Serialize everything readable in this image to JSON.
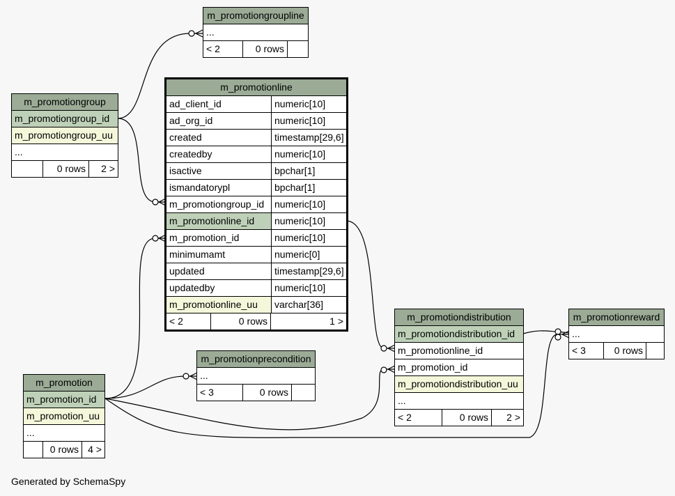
{
  "caption": "Generated by SchemaSpy",
  "tables": {
    "promotiongroupline": {
      "name": "m_promotiongroupline",
      "rows": [
        "..."
      ],
      "footer": {
        "parents": "< 2",
        "rows": "0 rows",
        "children": ""
      }
    },
    "promotiongroup": {
      "name": "m_promotiongroup",
      "rows": [
        "m_promotiongroup_id",
        "m_promotiongroup_uu",
        "..."
      ],
      "footer": {
        "parents": "",
        "rows": "0 rows",
        "children": "2 >"
      }
    },
    "promotionline": {
      "name": "m_promotionline",
      "columns": [
        {
          "name": "ad_client_id",
          "type": "numeric[10]"
        },
        {
          "name": "ad_org_id",
          "type": "numeric[10]"
        },
        {
          "name": "created",
          "type": "timestamp[29,6]"
        },
        {
          "name": "createdby",
          "type": "numeric[10]"
        },
        {
          "name": "isactive",
          "type": "bpchar[1]"
        },
        {
          "name": "ismandatorypl",
          "type": "bpchar[1]"
        },
        {
          "name": "m_promotiongroup_id",
          "type": "numeric[10]"
        },
        {
          "name": "m_promotionline_id",
          "type": "numeric[10]"
        },
        {
          "name": "m_promotion_id",
          "type": "numeric[10]"
        },
        {
          "name": "minimumamt",
          "type": "numeric[0]"
        },
        {
          "name": "updated",
          "type": "timestamp[29,6]"
        },
        {
          "name": "updatedby",
          "type": "numeric[10]"
        },
        {
          "name": "m_promotionline_uu",
          "type": "varchar[36]"
        }
      ],
      "footer": {
        "parents": "< 2",
        "rows": "0 rows",
        "children": "1 >"
      }
    },
    "promotion": {
      "name": "m_promotion",
      "rows": [
        "m_promotion_id",
        "m_promotion_uu",
        "..."
      ],
      "footer": {
        "parents": "",
        "rows": "0 rows",
        "children": "4 >"
      }
    },
    "promotionprecondition": {
      "name": "m_promotionprecondition",
      "rows": [
        "..."
      ],
      "footer": {
        "parents": "< 3",
        "rows": "0 rows",
        "children": ""
      }
    },
    "promotiondistribution": {
      "name": "m_promotiondistribution",
      "rows": [
        "m_promotiondistribution_id",
        "m_promotionline_id",
        "m_promotion_id",
        "m_promotiondistribution_uu",
        "..."
      ],
      "footer": {
        "parents": "< 2",
        "rows": "0 rows",
        "children": "2 >"
      }
    },
    "promotionreward": {
      "name": "m_promotionreward",
      "rows": [
        "..."
      ],
      "footer": {
        "parents": "< 3",
        "rows": "0 rows",
        "children": ""
      }
    }
  }
}
